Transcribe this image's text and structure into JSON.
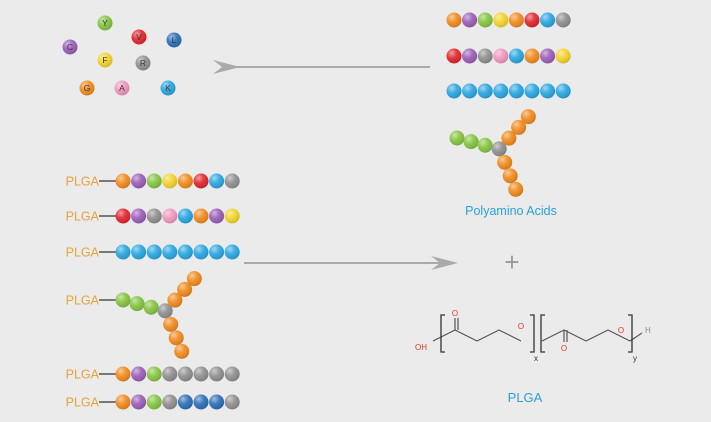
{
  "colors": {
    "background": "#ebebeb",
    "plga_text": "#e8a33a",
    "blue_label": "#29a0d8",
    "arrow": "#aaaaaa",
    "plus": "#9a9a9a",
    "chem_line": "#555555",
    "oxygen": "#d63a2f",
    "bead": {
      "O": "#f08a1e",
      "P": "#9a5db8",
      "G": "#84c441",
      "Y": "#f3d22b",
      "R": "#e0262d",
      "B": "#2aa6e0",
      "S": "#8f8f8f",
      "K": "#ef97bd",
      "Bd": "#2c6fb6"
    }
  },
  "free_amino_acids": [
    {
      "letter": "Y",
      "color": "G"
    },
    {
      "letter": "V",
      "color": "R"
    },
    {
      "letter": "C",
      "color": "P"
    },
    {
      "letter": "L",
      "color": "Bd"
    },
    {
      "letter": "F",
      "color": "Y"
    },
    {
      "letter": "R",
      "color": "S"
    },
    {
      "letter": "G",
      "color": "O"
    },
    {
      "letter": "A",
      "color": "K"
    },
    {
      "letter": "K",
      "color": "B"
    }
  ],
  "polymer_chains": [
    [
      "O",
      "P",
      "G",
      "Y",
      "O",
      "R",
      "B",
      "S"
    ],
    [
      "R",
      "P",
      "S",
      "K",
      "B",
      "O",
      "P",
      "Y"
    ],
    [
      "B",
      "B",
      "B",
      "B",
      "B",
      "B",
      "B",
      "B"
    ]
  ],
  "branched_chain": {
    "arm": [
      "G",
      "G",
      "G",
      "S"
    ],
    "upper": [
      "O",
      "O",
      "O"
    ],
    "lower": [
      "O",
      "O",
      "O"
    ]
  },
  "polyamino_label": "Polyamino Acids",
  "plga_rows": [
    {
      "label": "PLGA",
      "beads": [
        "O",
        "P",
        "G",
        "Y",
        "O",
        "R",
        "B",
        "S"
      ]
    },
    {
      "label": "PLGA",
      "beads": [
        "R",
        "P",
        "S",
        "K",
        "B",
        "O",
        "P",
        "Y"
      ]
    },
    {
      "label": "PLGA",
      "beads": [
        "B",
        "B",
        "B",
        "B",
        "B",
        "B",
        "B",
        "B"
      ]
    },
    {
      "label": "PLGA",
      "branched": true
    },
    {
      "label": "PLGA",
      "beads": [
        "O",
        "P",
        "G",
        "S",
        "S",
        "S",
        "S",
        "S"
      ]
    },
    {
      "label": "PLGA",
      "beads": [
        "O",
        "P",
        "G",
        "S",
        "Bd",
        "Bd",
        "Bd",
        "S"
      ]
    }
  ],
  "plus_sign": "+",
  "plga_structure": {
    "oh": "OH",
    "o1": "O",
    "o2": "O",
    "o3": "O",
    "o4": "O",
    "x": "x",
    "y": "y",
    "h": "H"
  },
  "plga_label": "PLGA"
}
